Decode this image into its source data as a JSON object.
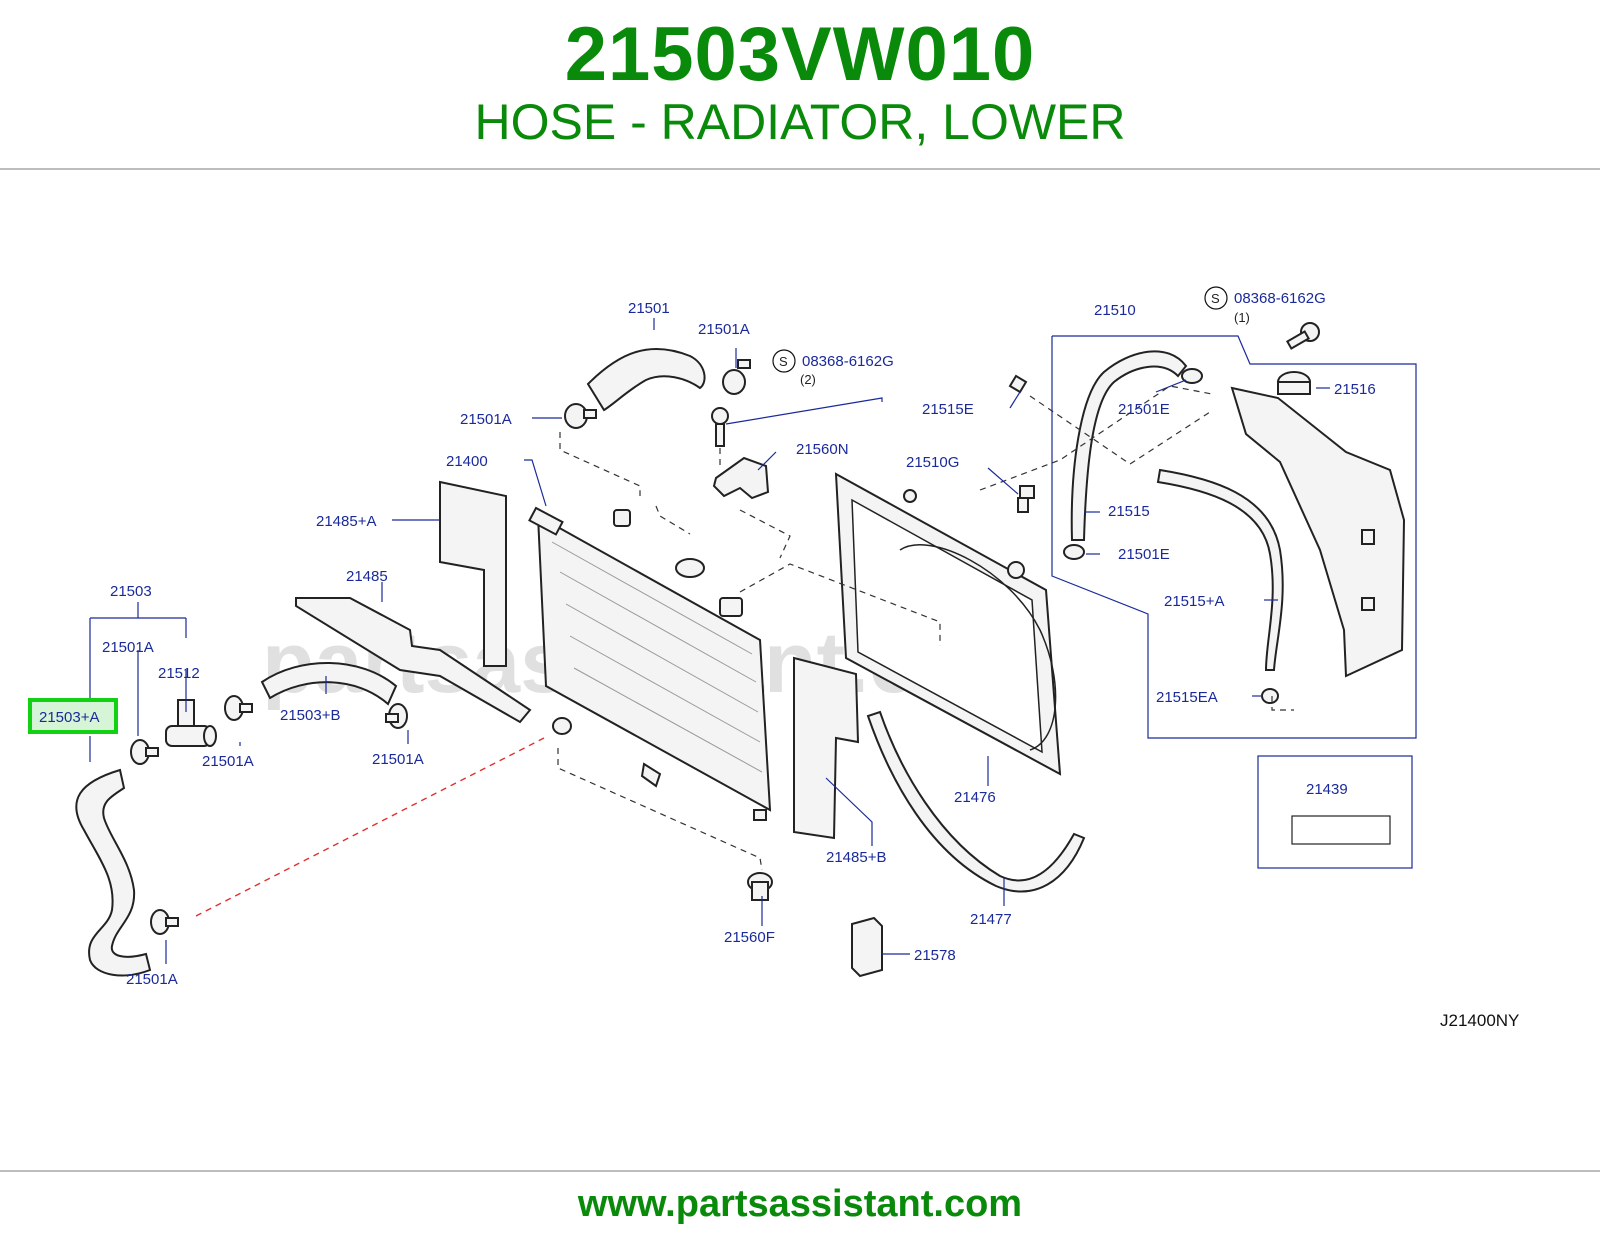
{
  "header": {
    "part_number": "21503VW010",
    "description": "HOSE - RADIATOR, LOWER"
  },
  "footer": {
    "url": "www.partsassistant.com"
  },
  "diagram": {
    "watermark": "partsassistant.com",
    "reference_code": "J21400NY",
    "highlighted_label": "21503+A",
    "labels": {
      "l21501": "21501",
      "l21501A_top": "21501A",
      "l08368_mid": "08368-6162G",
      "l08368_mid_qty": "(2)",
      "l21501A_left": "21501A",
      "l21560N": "21560N",
      "l21400": "21400",
      "l21485A": "21485+A",
      "l21485": "21485",
      "l21503": "21503",
      "l21501A_a": "21501A",
      "l21512": "21512",
      "l21503B": "21503+B",
      "l21501A_b": "21501A",
      "l21501A_c": "21501A",
      "l21501A_bottom": "21501A",
      "l21560F": "21560F",
      "l21485B": "21485+B",
      "l21578": "21578",
      "l21476": "21476",
      "l21477": "21477",
      "l21510": "21510",
      "l08368_top": "08368-6162G",
      "l08368_top_qty": "(1)",
      "l21516": "21516",
      "l21515E": "21515E",
      "l21501E_top": "21501E",
      "l21510G": "21510G",
      "l21515": "21515",
      "l21501E_bottom": "21501E",
      "l21515A": "21515+A",
      "l21515EA": "21515EA",
      "l21439": "21439",
      "s_mid": "S",
      "s_top": "S"
    }
  }
}
